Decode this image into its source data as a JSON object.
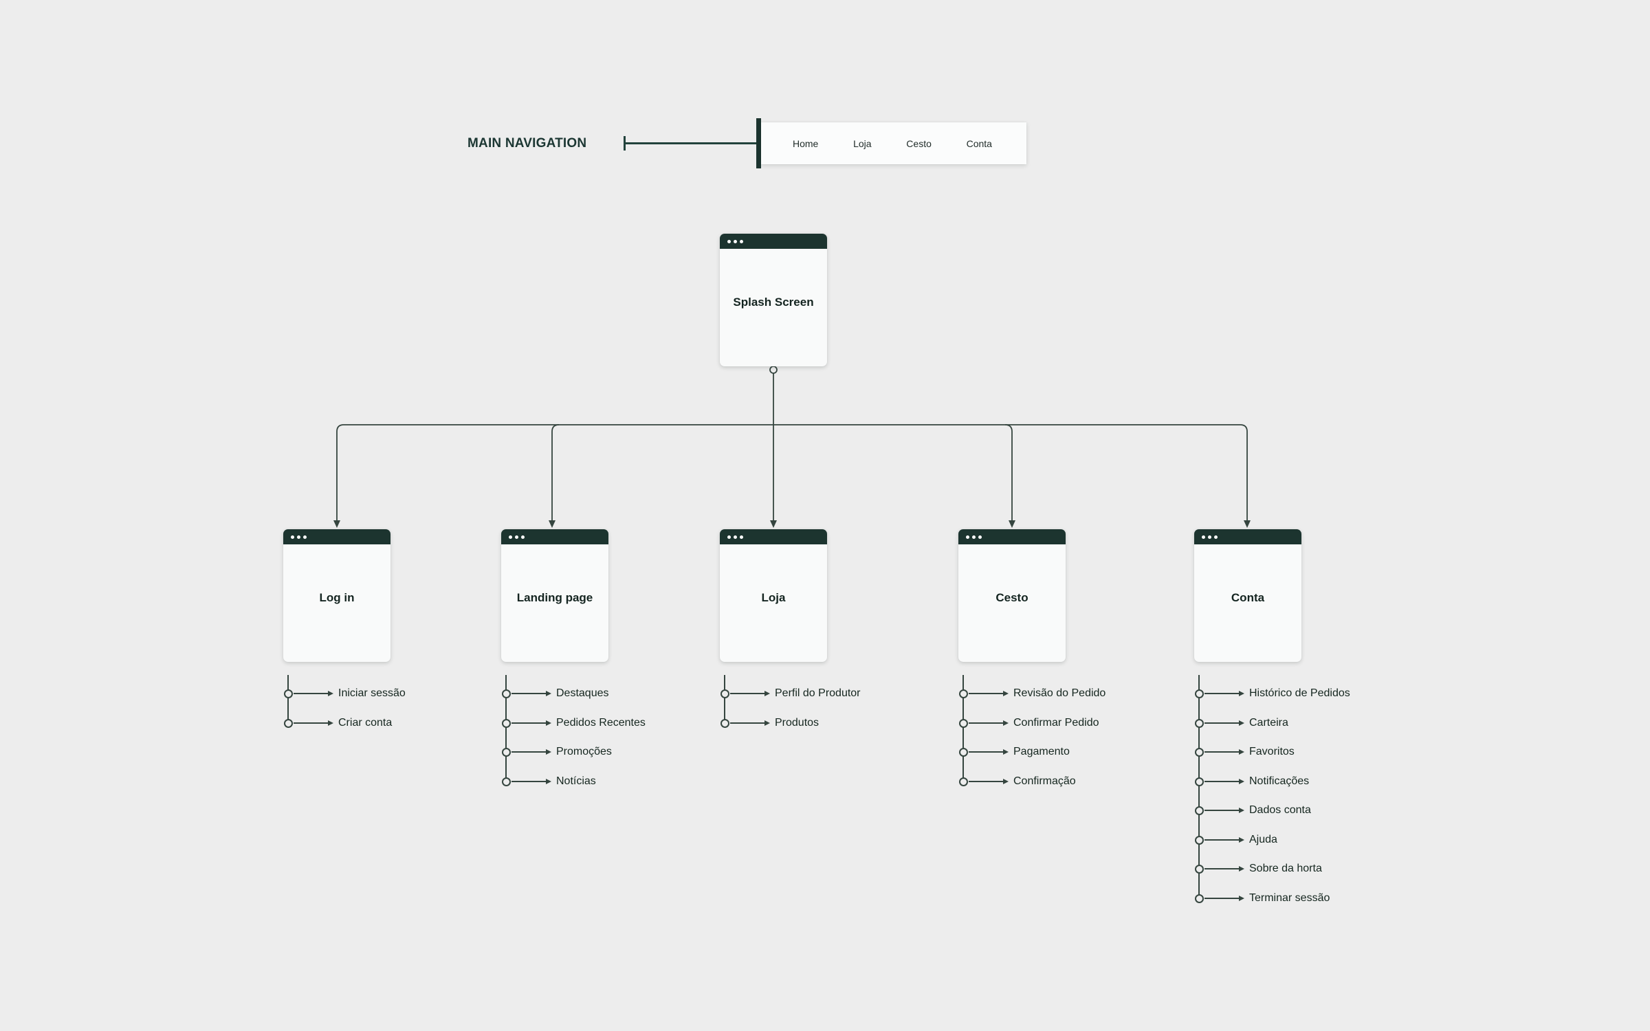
{
  "title": "MAIN NAVIGATION",
  "nav": {
    "items": [
      {
        "label": "Home"
      },
      {
        "label": "Loja"
      },
      {
        "label": "Cesto"
      },
      {
        "label": "Conta"
      }
    ]
  },
  "root": {
    "label": "Splash Screen"
  },
  "screens": [
    {
      "label": "Log in",
      "items": [
        "Iniciar sessão",
        "Criar conta"
      ]
    },
    {
      "label": "Landing page",
      "items": [
        "Destaques",
        "Pedidos Recentes",
        "Promoções",
        "Notícias"
      ]
    },
    {
      "label": "Loja",
      "items": [
        "Perfil do Produtor",
        "Produtos"
      ]
    },
    {
      "label": "Cesto",
      "items": [
        "Revisão do Pedido",
        "Confirmar Pedido",
        "Pagamento",
        "Confirmação"
      ]
    },
    {
      "label": "Conta",
      "items": [
        "Histórico de Pedidos",
        "Carteira",
        "Favoritos",
        "Notificações",
        "Dados conta",
        "Ajuda",
        "Sobre da horta",
        "Terminar sessão"
      ]
    }
  ],
  "colors": {
    "background": "#ededed",
    "ink": "#1c342f",
    "line": "#35453f",
    "window_surface": "#f9fafa",
    "nav_surface": "#fbfcfc",
    "text": "#15261f"
  }
}
